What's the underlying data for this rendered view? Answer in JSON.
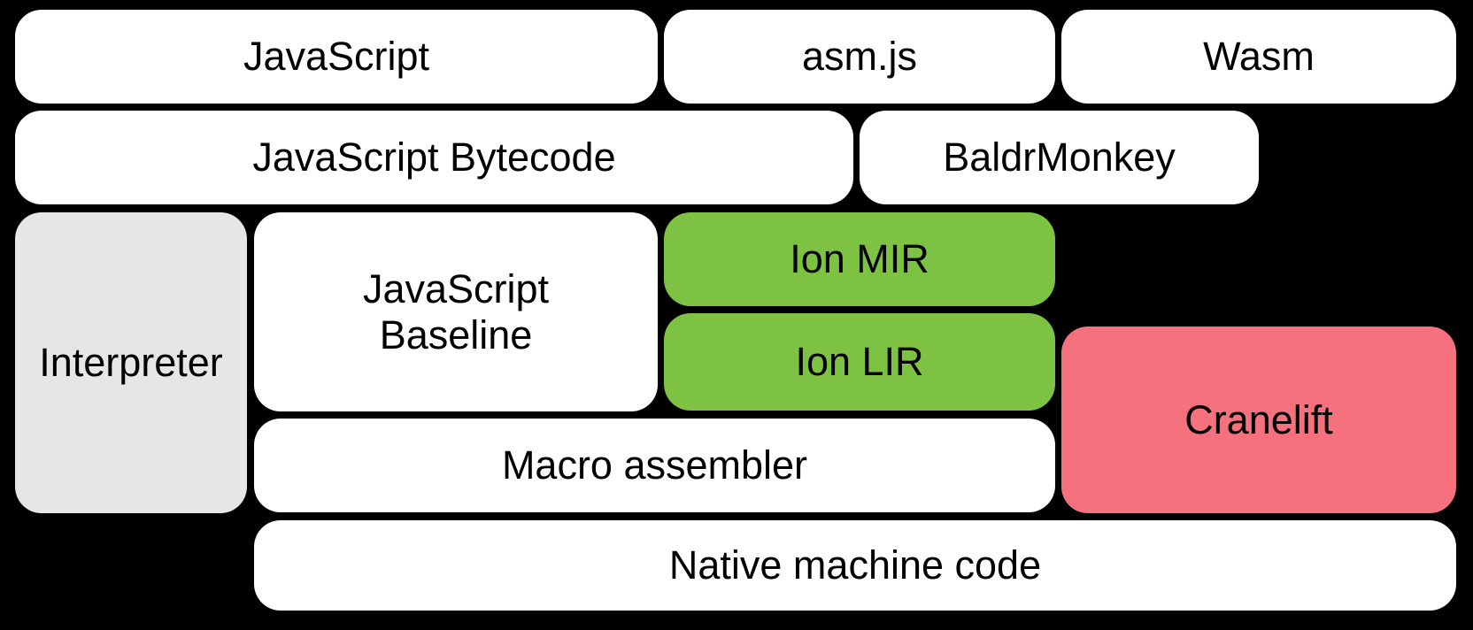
{
  "colors": {
    "background": "#000000",
    "box_default": "#ffffff",
    "box_interpreter": "#e6e6e6",
    "box_ion": "#7dc242",
    "box_cranelift": "#f4717d",
    "text": "#000000"
  },
  "nodes": {
    "javascript": {
      "label": "JavaScript"
    },
    "asmjs": {
      "label": "asm.js"
    },
    "wasm": {
      "label": "Wasm"
    },
    "bytecode": {
      "label": "JavaScript Bytecode"
    },
    "baldrmonkey": {
      "label": "BaldrMonkey"
    },
    "interpreter": {
      "label": "Interpreter"
    },
    "baseline": {
      "label": "JavaScript Baseline"
    },
    "ion_mir": {
      "label": "Ion MIR"
    },
    "ion_lir": {
      "label": "Ion LIR"
    },
    "cranelift": {
      "label": "Cranelift"
    },
    "macro_assembler": {
      "label": "Macro assembler"
    },
    "native_code": {
      "label": "Native machine code"
    }
  }
}
